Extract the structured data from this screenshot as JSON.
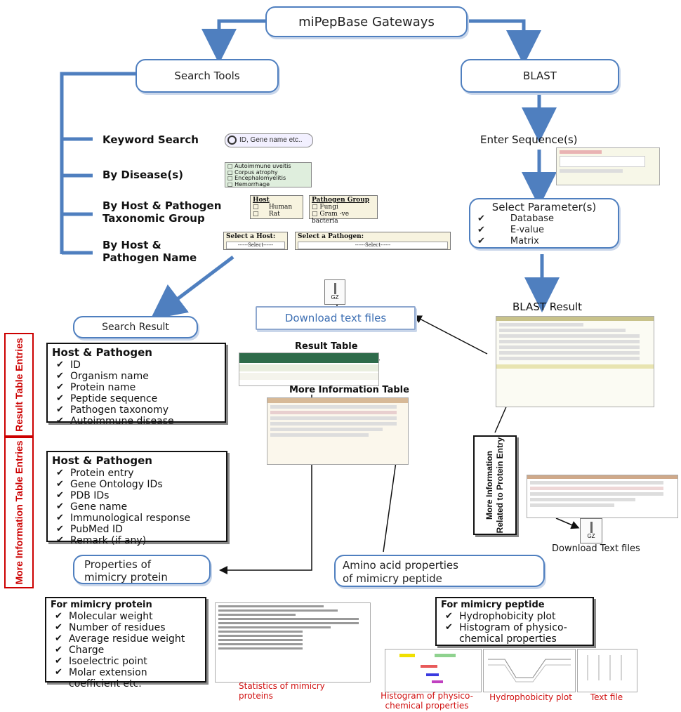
{
  "gateway": {
    "title": "miPepBase Gateways"
  },
  "search_tools": {
    "label": "Search Tools"
  },
  "blast": {
    "label": "BLAST"
  },
  "left_items": {
    "keyword": "Keyword Search",
    "disease": "By Disease(s)",
    "taxo_line1": "By Host & Pathogen",
    "taxo_line2": "Taxonomic Group",
    "name_line1": "By Host &",
    "name_line2": "Pathogen Name"
  },
  "keyword_widget": {
    "placeholder": "ID, Gene name etc.."
  },
  "disease_widget": {
    "items": [
      "Autoimmune uveitis",
      "Corpus atrophy",
      "Encephalomyelitis",
      "Hemorrhage"
    ]
  },
  "host_group": {
    "title": "Host",
    "items": [
      "Human",
      "Rat"
    ]
  },
  "pathogen_group": {
    "title": "Pathogen Group",
    "items": [
      "Fungi",
      "Gram -ve bacteria"
    ]
  },
  "select_host": {
    "label": "Select a Host:",
    "value": "------Select------"
  },
  "select_pathogen": {
    "label": "Select a Pathogen:",
    "value": "------Select------"
  },
  "blast_flow": {
    "enter_sequence": "Enter Sequence(s)",
    "select_params_title": "Select Parameter(s)",
    "params": [
      "Database",
      "E-value",
      "Matrix"
    ],
    "blast_result": "BLAST Result"
  },
  "search_result": {
    "label": "Search Result"
  },
  "download_text_files": {
    "label": "Download text files"
  },
  "gz_label": "GZ",
  "result_table": {
    "title": "Result Table"
  },
  "more_info_table": {
    "title": "More Information Table"
  },
  "vertical_labels": {
    "result_entries": "Result Table Entries",
    "more_info_entries": "More Information Table Entries",
    "protein_entry": "More Information\nRelated to Protein Entry"
  },
  "result_box": {
    "header": "Host & Pathogen",
    "items": [
      "ID",
      "Organism name",
      "Protein name",
      "Peptide sequence",
      "Pathogen taxonomy",
      "Autoimmune disease"
    ]
  },
  "more_info_box": {
    "header": "Host & Pathogen",
    "items": [
      "Protein entry",
      "Gene Ontology IDs",
      "PDB IDs",
      "Gene name",
      "Immunological response",
      "PubMed ID",
      "Remark (if any)"
    ]
  },
  "download_text_files2": {
    "label": "Download Text files"
  },
  "properties_protein": {
    "line1": "Properties of",
    "line2": "mimicry protein"
  },
  "aa_properties": {
    "line1": "Amino acid properties",
    "line2": "of mimicry peptide"
  },
  "protein_props_box": {
    "header": "For mimicry protein",
    "items": [
      "Molecular weight",
      "Number of residues",
      "Average residue weight",
      "Charge",
      "Isoelectric point",
      "Molar extension coefficient etc."
    ]
  },
  "peptide_props_box": {
    "header": "For mimicry peptide",
    "items": [
      "Hydrophobicity plot",
      "Histogram of physico-chemical properties"
    ]
  },
  "captions": {
    "stats": "Statistics of mimicry proteins",
    "histogram": "Histogram of physico-chemical properties",
    "hydro": "Hydrophobicity plot",
    "textfile": "Text file"
  },
  "colors": {
    "flow_blue": "#4f7fbf",
    "accent_red": "#d01010",
    "box_blue_border": "#4f7fbf"
  }
}
